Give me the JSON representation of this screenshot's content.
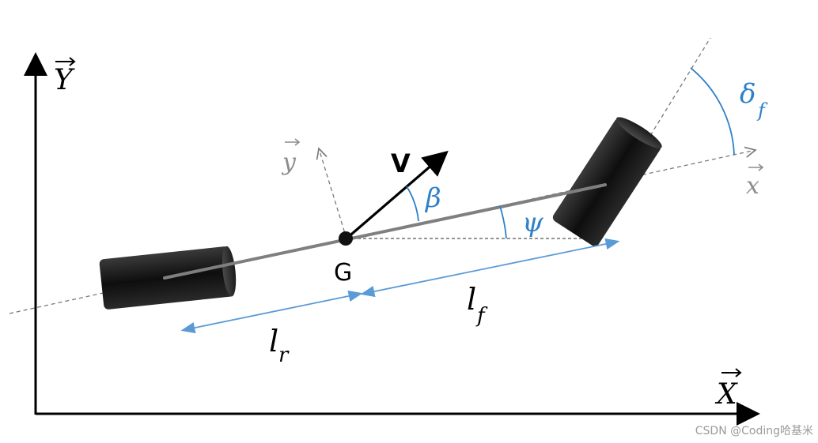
{
  "labels": {
    "axis_Y": "Y",
    "axis_X": "X",
    "body_y": "y",
    "body_x": "x",
    "velocity": "V",
    "center": "G",
    "beta": "β",
    "psi": "ψ",
    "delta": "δ",
    "delta_sub": "f",
    "lr": "l",
    "lr_sub": "r",
    "lf": "l",
    "lf_sub": "f"
  },
  "watermark": "CSDN @Coding哈基米",
  "colors": {
    "axis": "#000000",
    "dashed": "#7a7a7a",
    "body_axis_label": "#8c8c8c",
    "angle_blue": "#2f80c8",
    "dimension_blue": "#5b9bd5",
    "chassis": "#7f7f7f",
    "wheel": "#1c1c1c"
  }
}
